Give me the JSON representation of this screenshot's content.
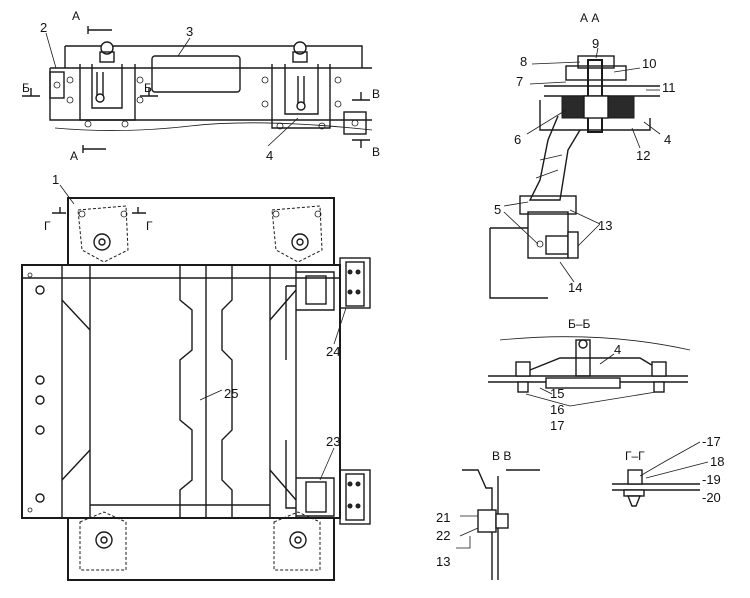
{
  "callouts": {
    "n1": "1",
    "n2": "2",
    "n3": "3",
    "n4a": "4",
    "n4b": "4",
    "n4c": "4",
    "n5": "5",
    "n6": "6",
    "n7": "7",
    "n8": "8",
    "n9": "9",
    "n10": "10",
    "n11": "11",
    "n12": "12",
    "n13a": "13",
    "n13b": "13",
    "n14": "14",
    "n15": "15",
    "n16": "16",
    "n17a": "17",
    "n17b": "-17",
    "n18": "18",
    "n19": "-19",
    "n20": "-20",
    "n21": "21",
    "n22": "22",
    "n23": "23",
    "n24": "24",
    "n25": "25"
  },
  "section_marks": {
    "a_top": "A",
    "a_bottom": "A",
    "b_left": "Б",
    "b_mid": "Б",
    "v_top": "В",
    "v_bottom": "В",
    "g_left": "Г",
    "g_right": "Г"
  },
  "section_titles": {
    "aa": "А  А",
    "bb": "Б–Б",
    "vv": "В  В",
    "gg": "Г–Г"
  }
}
